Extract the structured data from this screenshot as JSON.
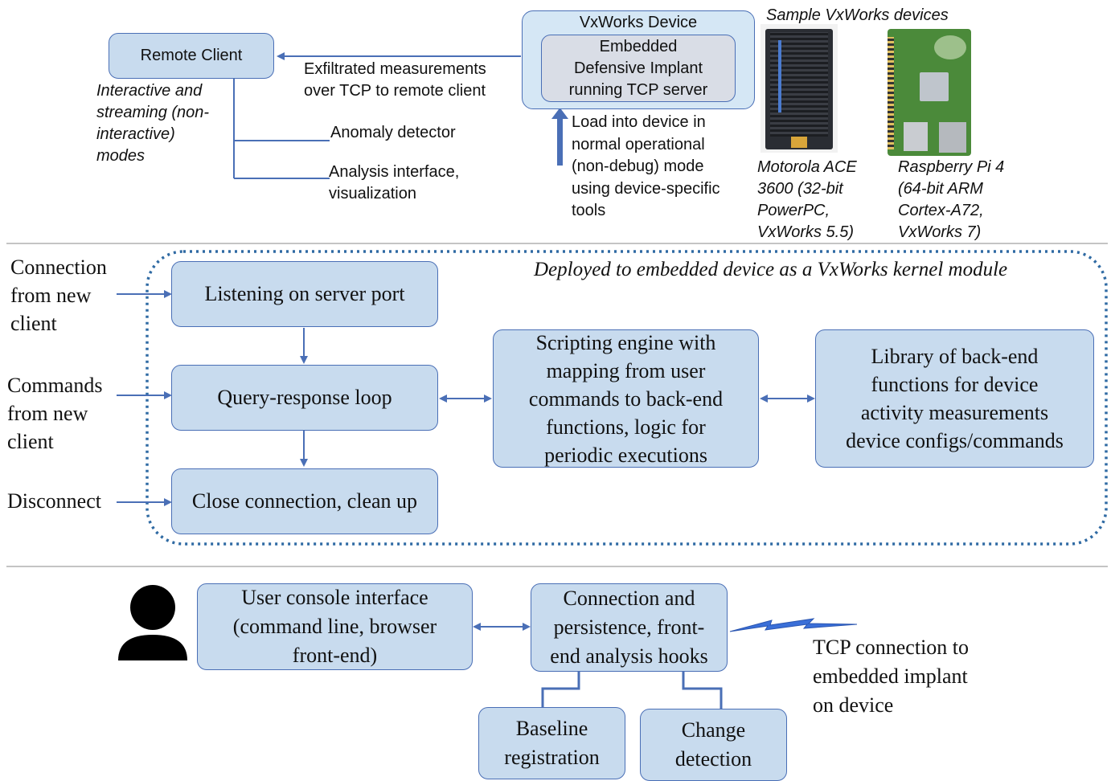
{
  "top": {
    "remote_client": "Remote Client",
    "remote_modes": "Interactive and\nstreaming (non-\ninteractive)\nmodes",
    "exfil_label": "Exfiltrated measurements\nover TCP to remote client",
    "anomaly": "Anomaly detector",
    "analysis": "Analysis interface,\nvisualization",
    "device_title": "VxWorks Device",
    "implant": "Embedded\nDefensive Implant\nrunning TCP server",
    "load_label": "Load into device in\nnormal operational\n(non-debug) mode\nusing device-specific\ntools",
    "samples_title": "Sample VxWorks devices",
    "device1_caption": "Motorola ACE\n3600 (32-bit\nPowerPC,\nVxWorks 5.5)",
    "device2_caption": "Raspberry Pi 4\n(64-bit ARM\nCortex-A72,\nVxWorks 7)"
  },
  "middle": {
    "module_caption": "Deployed to embedded device as a VxWorks kernel module",
    "input_connection": "Connection\nfrom new\nclient",
    "input_commands": "Commands\nfrom new\nclient",
    "input_disconnect": "Disconnect",
    "listening": "Listening on server port",
    "query_loop": "Query-response loop",
    "close_conn": "Close connection, clean up",
    "scripting": "Scripting engine with\nmapping from user\ncommands to back-end\nfunctions, logic for\nperiodic executions",
    "library": "Library of back-end\nfunctions for device\nactivity measurements\ndevice configs/commands"
  },
  "bottom": {
    "console": "User console interface\n(command line, browser\nfront-end)",
    "connection": "Connection and\npersistence, front-\nend analysis hooks",
    "tcp_label": "TCP connection to\nembedded implant\non device",
    "baseline": "Baseline\nregistration",
    "change": "Change\ndetection"
  },
  "colors": {
    "box_fill": "#c8dbee",
    "box_border": "#4a6fb6",
    "arrow": "#4a6fb6",
    "dotted": "#2f6aa3"
  }
}
